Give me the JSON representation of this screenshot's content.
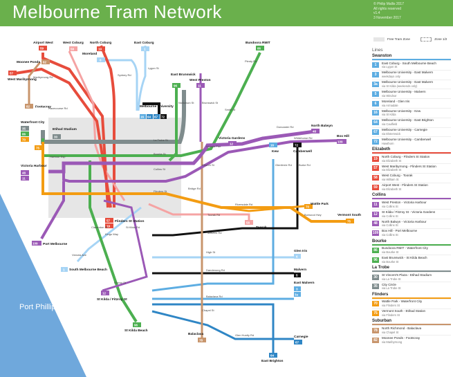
{
  "title": "Melbourne Tram Network",
  "credits": [
    "© Philip Mallis 2017",
    "All rights reserved",
    "v1.4",
    "3 November 2017"
  ],
  "zone_legend": {
    "free_tram_zone": "Free Tram Zone",
    "zone_1_2": "Zone 1/2"
  },
  "lines_heading": "Lines",
  "colors": {
    "header": "#6ab04c",
    "swanston": "#5dade2",
    "elizabeth": "#e74c3c",
    "collins": "#9b59b6",
    "bourke": "#4caf50",
    "latrobe": "#7f8c8d",
    "flinders": "#f39c12",
    "suburban": "#c8956c",
    "black": "#111111",
    "water": "#6fa8dc",
    "free_zone": "#e6e6e6"
  },
  "groups": [
    {
      "name": "Swanston",
      "color": "#5dade2",
      "routes": [
        {
          "num": "1",
          "name": "East Coburg - South Melbourne Beach",
          "via": "via Lygon St",
          "color": "#5dade2"
        },
        {
          "num": "3",
          "name": "Melbourne University - East Malvern",
          "via": "weekdays only",
          "color": "#5dade2"
        },
        {
          "num": "3a",
          "name": "Melbourne University - East Malvern",
          "via": "via St Kilda (weekends only)",
          "color": "#5dade2"
        },
        {
          "num": "5",
          "name": "Melbourne University - Malvern",
          "via": "via Windsor",
          "color": "#5dade2"
        },
        {
          "num": "6",
          "name": "Moreland - Glen Iris",
          "via": "via Armadale",
          "color": "#5dade2"
        },
        {
          "num": "16",
          "name": "Melbourne University - Kew",
          "via": "via St Kilda",
          "color": "#5dade2"
        },
        {
          "num": "64",
          "name": "Melbourne University - East Brighton",
          "via": "via Caulfield",
          "color": "#5dade2"
        },
        {
          "num": "67",
          "name": "Melbourne University - Carnegie",
          "via": "via Elsternwick",
          "color": "#5dade2"
        },
        {
          "num": "72",
          "name": "Melbourne University - Camberwell",
          "via": "Hawthorn",
          "color": "#5dade2"
        }
      ]
    },
    {
      "name": "Elizabeth",
      "color": "#e74c3c",
      "routes": [
        {
          "num": "19",
          "name": "North Coburg - Flinders St Station",
          "via": "via Elizabeth St",
          "color": "#e74c3c"
        },
        {
          "num": "57",
          "name": "West Maribyrnong - Flinders St Station",
          "via": "via Elizabeth St",
          "color": "#e74c3c"
        },
        {
          "num": "58",
          "name": "West Coburg - Toorak",
          "via": "via William St",
          "color": "#e74c3c"
        },
        {
          "num": "59",
          "name": "Airport West - Flinders St Station",
          "via": "via Elizabeth St",
          "color": "#e74c3c"
        }
      ]
    },
    {
      "name": "Collins",
      "color": "#9b59b6",
      "routes": [
        {
          "num": "11",
          "name": "West Preston - Victoria Harbour",
          "via": "via Collins St",
          "color": "#9b59b6"
        },
        {
          "num": "12",
          "name": "St Kilda / Fitzroy St - Victoria Gardens",
          "via": "via Collins St",
          "color": "#9b59b6"
        },
        {
          "num": "48",
          "name": "North Balwyn - Victoria Harbour",
          "via": "via Collins St",
          "color": "#9b59b6"
        },
        {
          "num": "109",
          "name": "Box Hill - Port Melbourne",
          "via": "via Collins St",
          "color": "#9b59b6"
        }
      ]
    },
    {
      "name": "Bourke",
      "color": "#4caf50",
      "routes": [
        {
          "num": "86",
          "name": "Bundoora RMIT - Waterfront City",
          "via": "via Bourke St",
          "color": "#4caf50"
        },
        {
          "num": "96",
          "name": "East Brunswick - St Kilda Beach",
          "via": "via Bourke St",
          "color": "#4caf50"
        }
      ]
    },
    {
      "name": "La Trobe",
      "color": "#7f8c8d",
      "routes": [
        {
          "num": "30",
          "name": "St Vincent's Plaza - Etihad Stadium",
          "via": "via La Trobe St",
          "color": "#7f8c8d"
        },
        {
          "num": "35",
          "name": "City Circle",
          "via": "via La Trobe St",
          "color": "#7f8c8d"
        }
      ]
    },
    {
      "name": "Flinders",
      "color": "#f39c12",
      "routes": [
        {
          "num": "70",
          "name": "Wattle Park - Waterfront City",
          "via": "via Flinders St",
          "color": "#f39c12"
        },
        {
          "num": "75",
          "name": "Vermont South - Etihad Station",
          "via": "via Flinders St",
          "color": "#f39c12"
        }
      ]
    },
    {
      "name": "Suburban",
      "color": "#c8956c",
      "routes": [
        {
          "num": "78",
          "name": "North Richmond - Balaclava",
          "via": "via Chapel St",
          "color": "#c8956c"
        },
        {
          "num": "82",
          "name": "Moonee Ponds - Footscray",
          "via": "via Maribyrnong",
          "color": "#c8956c"
        }
      ]
    }
  ],
  "map": {
    "water_label": "Port Phillip",
    "streets": {
      "flinders_st": "Flinders St",
      "collins_st": "Collins St",
      "bourke_st": "Bourke St",
      "la_trobe_st": "La Trobe St",
      "victoria_pde": "Victoria Pde",
      "maribyrnong_rd": "Maribyrnong Rd",
      "racecourse_rd": "Racecourse Rd",
      "sydney_rd": "Sydney Rd",
      "lygon_st": "Lygon St",
      "nicholson_st": "Nicholson St",
      "brunswick_st": "Brunswick St",
      "smith_st": "Smith St",
      "plenty_rd": "Plenty Rd",
      "st_georges_rd": "St Georges Rd",
      "mt_alexander_rd": "Mt Alexander Rd",
      "peel_st": "Peel St",
      "harbour_esp": "Harbour Esp",
      "kings_way": "Kings Way",
      "st_kilda_rd": "St Kilda Rd",
      "clarendon_st": "Clarendon St",
      "church_st": "Church St",
      "bridge_rd": "Bridge Rd",
      "riversdale_rd": "Riversdale Rd",
      "toorak_rd": "Toorak Rd",
      "malvern_rd": "Malvern Rd",
      "high_st": "High St",
      "dandenong_rd": "Dandenong Rd",
      "balaclava_rd": "Balaclava Rd",
      "glen_huntly_rd": "Glen Huntly Rd",
      "glenferrie_rd": "Glenferrie Rd",
      "burke_rd": "Burke Rd",
      "chapel_st": "Chapel St",
      "whitehorse_rd": "Whitehorse Rd",
      "doncaster_rd": "Doncaster Rd",
      "burwood_hwy": "Burwood Hwy",
      "fitzroy_st": "Fitzroy St",
      "victoria_ave": "Victoria Ave",
      "nicholson_st_2": "Nicholson St",
      "park_st": "Park St"
    },
    "terminals": {
      "airport_west": "Airport West",
      "west_coburg": "West Coburg",
      "north_coburg": "North Coburg",
      "east_coburg": "East Coburg",
      "moreland": "Moreland",
      "moonee_ponds": "Moonee Ponds",
      "west_maribyrnong": "West Maribyrnong",
      "footscray": "Footscray",
      "bundoora_rmit": "Bundoora RMIT",
      "east_brunswick": "East Brunswick",
      "west_preston": "West Preston",
      "melbourne_university": "Melbourne University",
      "waterfront_city": "Waterfront City",
      "etihad_stadium": "Etihad Stadium",
      "victoria_harbour": "Victoria Harbour",
      "port_melbourne": "Port Melbourne",
      "south_melbourne_beach": "South Melbourne Beach",
      "flinders_st_station": "Flinders St Station",
      "st_kilda_fitzroy": "St Kilda / Fitzroy St",
      "st_kilda_beach": "St Kilda Beach",
      "balaclava": "Balaclava",
      "east_brighton": "East Brighton",
      "carnegie": "Carnegie",
      "east_malvern": "East Malvern",
      "malvern": "Malvern",
      "glen_iris": "Glen Iris",
      "toorak": "Toorak",
      "wattle_park": "Wattle Park",
      "vermont_south": "Vermont South",
      "camberwell": "Camberwell",
      "kew": "Kew",
      "box_hill": "Box Hill",
      "north_balwyn": "North Balwyn",
      "victoria_gardens": "Victoria Gardens"
    },
    "badges": {
      "airport_west": "59",
      "west_coburg": "58",
      "north_coburg": "19",
      "east_coburg": "1",
      "moreland": "6",
      "moonee_ponds": "82",
      "west_maribyrnong": "57",
      "footscray": "82",
      "bundoora": "86",
      "east_brunswick": "96",
      "west_preston": "11",
      "uni_1": "16",
      "uni_2": "64",
      "uni_3": "67",
      "uni_4": "72",
      "wf_35": "35",
      "wf_86": "86",
      "wf_70": "70",
      "etihad_30": "30",
      "etihad_75": "75",
      "vh_48": "48",
      "vh_11": "11",
      "port_melb": "109",
      "smb": "1",
      "fss_57": "57",
      "fss_19": "19",
      "st_kilda_12": "12",
      "skb": "96",
      "balaclava": "78",
      "east_brighton": "64",
      "carnegie": "67",
      "east_malvern_3": "3",
      "east_malvern_3a": "3a",
      "malvern": "5",
      "glen_iris": "6",
      "toorak": "58",
      "wattle_park": "70",
      "vermont_south": "75",
      "camberwell": "72",
      "kew": "16",
      "box_hill": "109",
      "north_balwyn": "48",
      "victoria_gardens": "12"
    }
  }
}
